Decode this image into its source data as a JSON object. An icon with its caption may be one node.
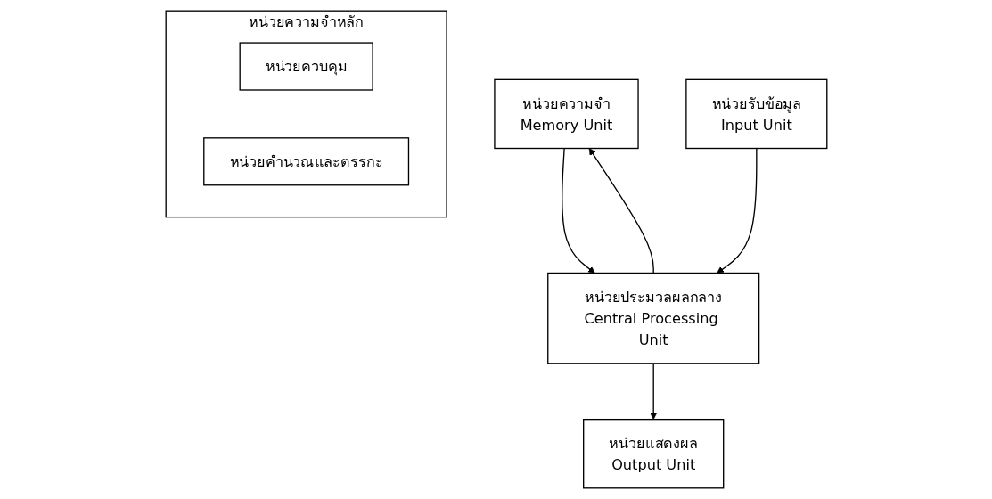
{
  "diagram": {
    "nodes": [
      {
        "text": [
          "หน่วยความจำ",
          "Memory Unit"
        ]
      },
      {
        "text": [
          "หน่วยรับข้อมูล",
          "Input Unit"
        ]
      },
      {
        "text": [
          "หน่วยประมวลผลกลาง",
          "Central Processing Unit"
        ]
      },
      {
        "text": [
          "หน่วยแสดงผล",
          "Output Unit"
        ]
      },
      {
        "text": [
          "หน่วยความจำหลัก"
        ]
      },
      {
        "text": [
          "หน่วยควบคุม"
        ],
        "in": 4
      },
      {
        "text": [
          "หน่วยคำนวณและตรรกะ"
        ],
        "in": 4
      }
    ],
    "edges": [
      {
        "from": 0,
        "to": 2,
        "arrow": "to"
      },
      {
        "from": 2,
        "to": 0,
        "arrow": "to"
      },
      {
        "from": 1,
        "to": 2,
        "arrow": "to"
      },
      {
        "from": 2,
        "to": 3,
        "arrow": "to"
      }
    ]
  }
}
